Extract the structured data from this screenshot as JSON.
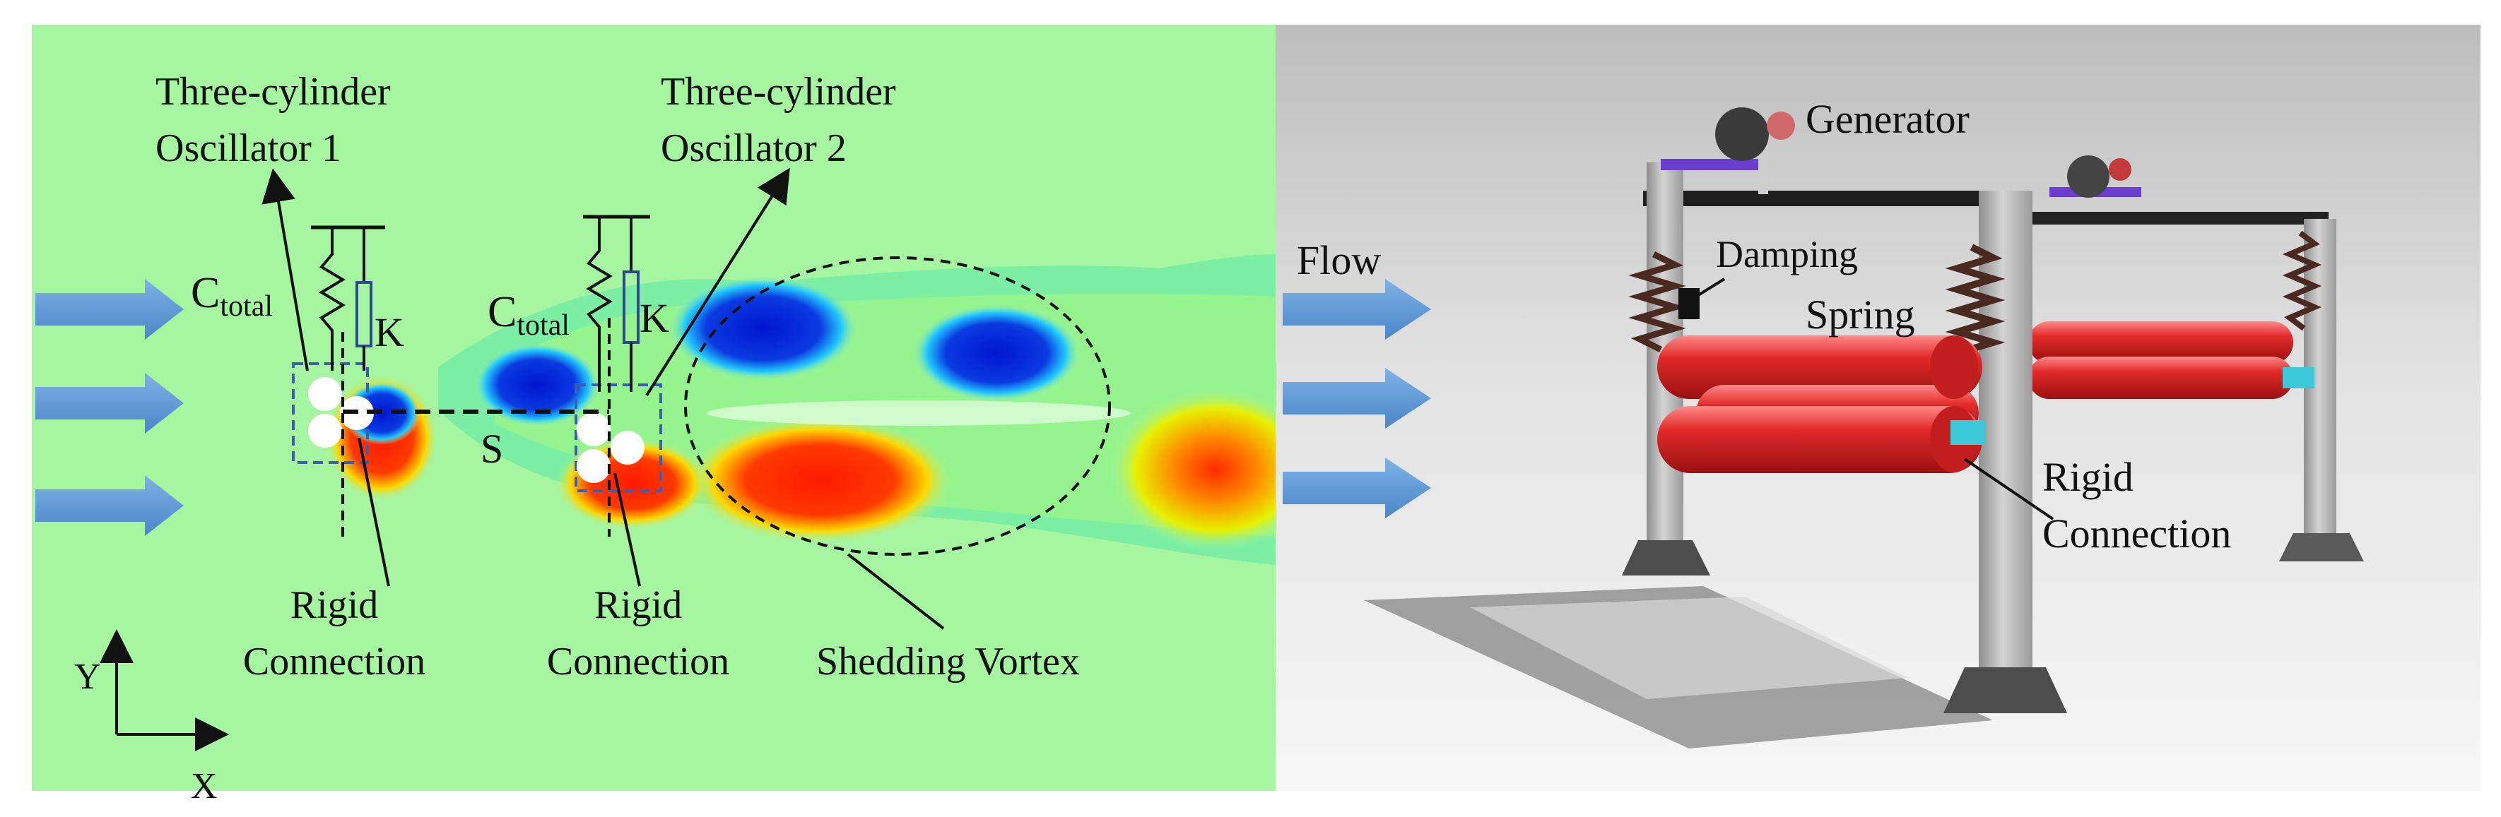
{
  "left_panel": {
    "oscillator1_label_line1": "Three-cylinder",
    "oscillator1_label_line2": "Oscillator 1",
    "oscillator2_label_line1": "Three-cylinder",
    "oscillator2_label_line2": "Oscillator 2",
    "damping_symbol_main": "C",
    "damping_symbol_sub": "total",
    "spring_symbol": "K",
    "spacing_symbol": "S",
    "rigid1_line1": "Rigid",
    "rigid1_line2": "Connection",
    "rigid2_line1": "Rigid",
    "rigid2_line2": "Connection",
    "vortex_label": "Shedding Vortex",
    "axis_y": "Y",
    "axis_x": "X"
  },
  "right_panel": {
    "flow_label": "Flow",
    "generator_label": "Generator",
    "damping_label": "Damping",
    "spring_label": "Spring",
    "rigid_line1": "Rigid",
    "rigid_line2": "Connection"
  },
  "colors": {
    "background_field": "#a6f5a0",
    "vortex_red": "#ff1a00",
    "vortex_blue": "#0a2fd6",
    "flow_arrow": "#5b9bd5",
    "roller_red": "#e22a2a",
    "frame_gray": "#b9b9b9"
  }
}
